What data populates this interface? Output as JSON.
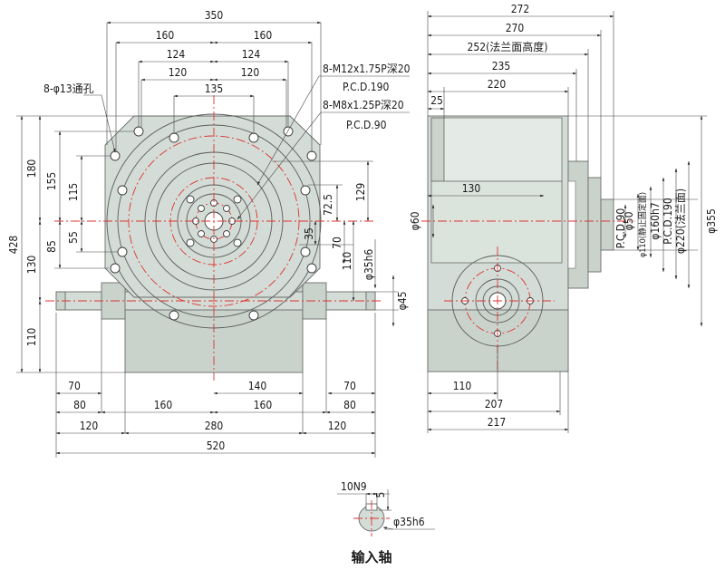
{
  "front_view": {
    "top_dims": [
      "350",
      "160",
      "160",
      "124",
      "124",
      "120",
      "120",
      "135"
    ],
    "left_dims": [
      "428",
      "180",
      "155",
      "115",
      "85",
      "55",
      "130",
      "110"
    ],
    "right_dims": [
      "129",
      "72.5",
      "35",
      "70",
      "110"
    ],
    "shaft_dia": "φ35h6",
    "shaft_dia2": "φ45",
    "hole_note": "8-φ13通孔",
    "tap_note_1": "8-M12x1.75P深20",
    "pcd_1": "P.C.D.190",
    "tap_note_2": "8-M8x1.25P深20",
    "pcd_2": "P.C.D.90",
    "bottom_dims": [
      "70",
      "80",
      "160",
      "140",
      "160",
      "70",
      "80",
      "120",
      "280",
      "120",
      "520"
    ]
  },
  "side_view": {
    "top_dims": [
      "272",
      "270",
      "252(法兰面高度)",
      "235",
      "220",
      "25"
    ],
    "inner_dims": [
      "130",
      "φ60"
    ],
    "right_dims": [
      "φ50",
      "P.C.D.90",
      "φ110(静止固定面)",
      "φ160h7",
      "P.C.D.190",
      "φ220(法兰面)",
      "φ355"
    ],
    "bottom_dims": [
      "110",
      "207",
      "217"
    ]
  },
  "section": {
    "keyway_label": "10N9",
    "depth_label": "5",
    "dia_label": "φ35h6",
    "title": "输入轴"
  }
}
